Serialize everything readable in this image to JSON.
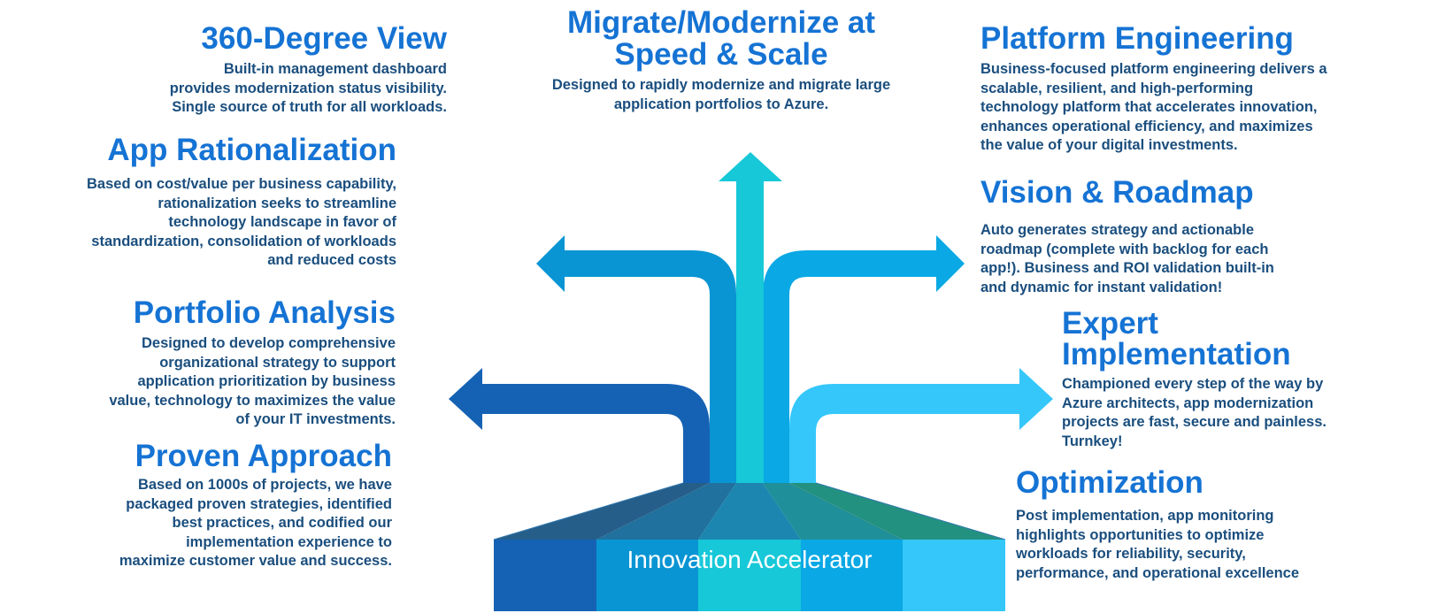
{
  "palette": {
    "heading": "#1573d4",
    "body_text": "#1a4e7e",
    "arrow_dark_blue": "#1562b4",
    "arrow_blue": "#0995d3",
    "arrow_teal": "#16c8d8",
    "arrow_azure": "#0aa8e4",
    "arrow_sky": "#35c7fa",
    "fan": [
      "#265e8a",
      "#20719d",
      "#1c86b0",
      "#1f8f99",
      "#23917f"
    ],
    "fan_edge": "#2f77ad",
    "label_text": "#ffffff"
  },
  "left": [
    {
      "heading": "360-Degree View",
      "body": [
        "Built-in management dashboard",
        "provides modernization status visibility.",
        "Single source of truth for all workloads."
      ]
    },
    {
      "heading": "App Rationalization",
      "body": [
        "Based on cost/value per business capability,",
        "rationalization seeks to streamline",
        "technology landscape in favor of",
        "standardization, consolidation of workloads",
        "and reduced costs"
      ]
    },
    {
      "heading": "Portfolio Analysis",
      "body": [
        "Designed to develop comprehensive",
        "organizational strategy to support",
        "application prioritization by business",
        "value, technology to maximizes the value",
        "of your IT investments."
      ]
    },
    {
      "heading": "Proven Approach",
      "body": [
        "Based on 1000s of projects, we have",
        "packaged proven strategies, identified",
        "best practices, and codified our",
        "implementation experience to",
        "maximize customer value and success."
      ]
    }
  ],
  "center": {
    "heading": [
      "Migrate/Modernize at",
      "Speed & Scale"
    ],
    "body": [
      "Designed to rapidly modernize and migrate large",
      "application portfolios to Azure."
    ]
  },
  "right": [
    {
      "heading": "Platform Engineering",
      "body": [
        "Business-focused platform engineering delivers a",
        "scalable, resilient, and high-performing",
        "technology platform that accelerates innovation,",
        "enhances operational efficiency, and maximizes",
        "the value of your digital investments."
      ]
    },
    {
      "heading": "Vision & Roadmap",
      "body": [
        "Auto generates strategy and actionable",
        "roadmap (complete with backlog for each",
        "app!). Business and ROI validation built-in",
        "and dynamic for instant validation!"
      ]
    },
    {
      "heading": [
        "Expert",
        "Implementation"
      ],
      "body": [
        "Championed every step of the way by",
        "Azure architects, app modernization",
        "projects are fast, secure and painless.",
        "Turnkey!"
      ]
    },
    {
      "heading": "Optimization",
      "body": [
        "Post implementation, app monitoring",
        "highlights opportunities to optimize",
        "workloads for reliability, security,",
        "performance, and operational excellence"
      ]
    }
  ],
  "pedestal": {
    "label": "Innovation Accelerator"
  }
}
